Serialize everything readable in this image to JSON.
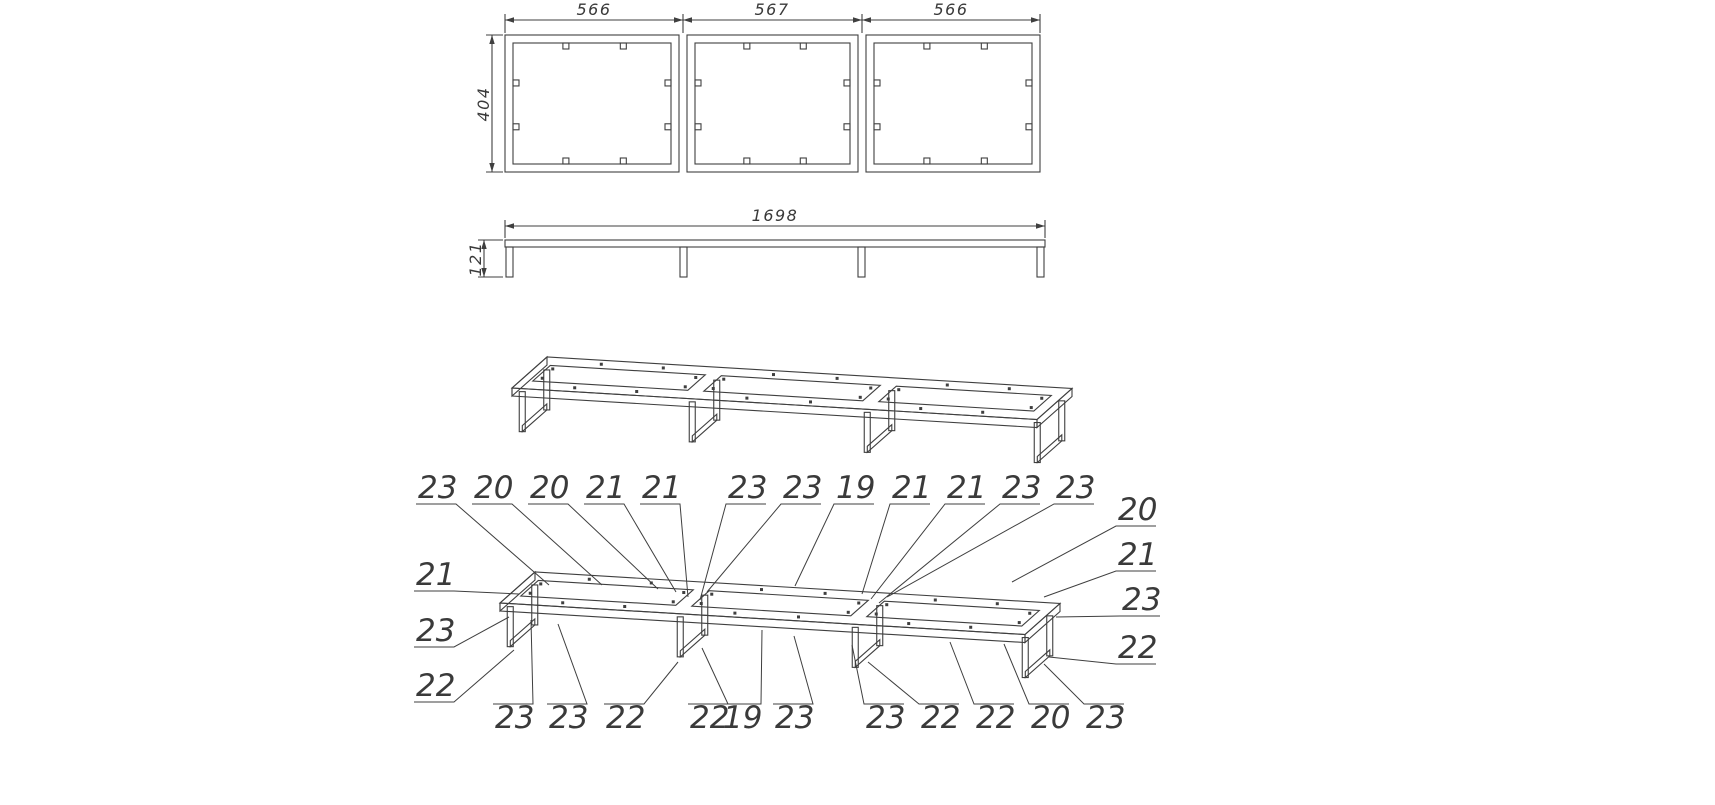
{
  "drawing": {
    "top_view": {
      "dim_left": "566",
      "dim_mid": "567",
      "dim_right": "566",
      "dim_height": "404"
    },
    "side_view": {
      "dim_width": "1698",
      "dim_height": "121"
    },
    "callouts": {
      "top_row": [
        "23",
        "20",
        "20",
        "21",
        "21",
        "23",
        "23",
        "19",
        "21",
        "21",
        "23",
        "23"
      ],
      "left_col": [
        "21",
        "23",
        "22"
      ],
      "right_col": [
        "20",
        "21",
        "23",
        "22"
      ],
      "bottom_row": [
        "23",
        "23",
        "22",
        "22",
        "19",
        "23",
        "23",
        "22",
        "22",
        "20",
        "23"
      ]
    }
  }
}
